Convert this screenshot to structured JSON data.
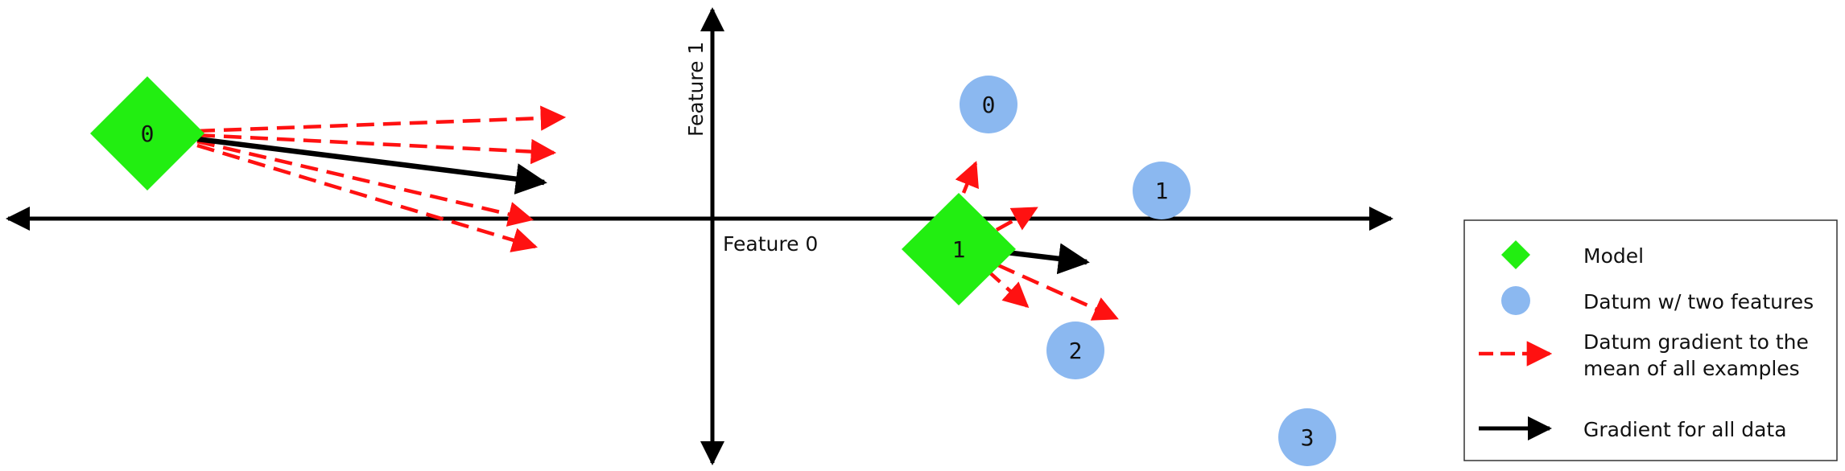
{
  "axes": {
    "x_label": "Feature 0",
    "y_label": "Feature 1"
  },
  "models": [
    {
      "id": "0"
    },
    {
      "id": "1"
    }
  ],
  "data_points": [
    {
      "id": "0"
    },
    {
      "id": "1"
    },
    {
      "id": "2"
    },
    {
      "id": "3"
    }
  ],
  "legend": {
    "model": "Model",
    "datum": "Datum w/ two features",
    "datum_gradient_line1": "Datum gradient to the",
    "datum_gradient_line2": "mean of all examples",
    "gradient_all": "Gradient for all data"
  },
  "colors": {
    "model": "#22ee11",
    "datum": "#8bb8f0",
    "datum_gradient": "#ff1111",
    "gradient_all": "#000000",
    "axis": "#000000"
  }
}
